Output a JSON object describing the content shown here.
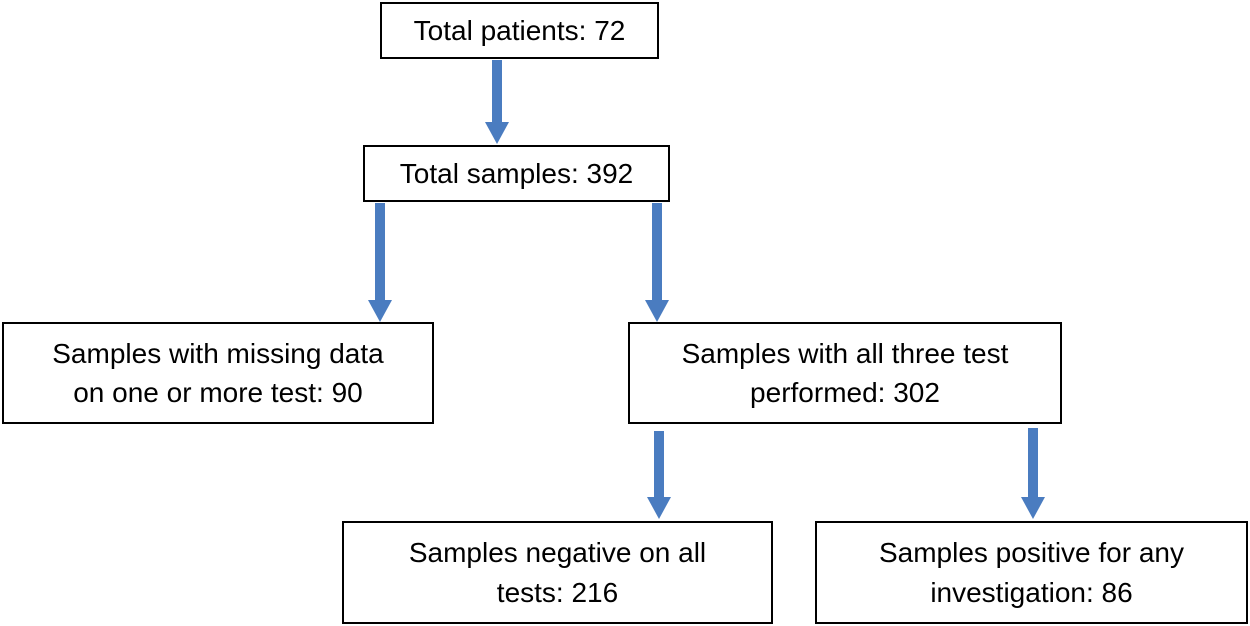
{
  "colors": {
    "arrow": "#4a7cc0",
    "border": "#000000",
    "text": "#000000"
  },
  "nodes": {
    "total_patients": {
      "lines": [
        "Total patients: 72"
      ]
    },
    "total_samples": {
      "lines": [
        "Total samples: 392"
      ]
    },
    "missing_data": {
      "lines": [
        "Samples with missing data",
        "on one or more test: 90"
      ]
    },
    "all_three": {
      "lines": [
        "Samples with all three test",
        "performed: 302"
      ]
    },
    "negative": {
      "lines": [
        "Samples negative on all",
        "tests: 216"
      ]
    },
    "positive": {
      "lines": [
        "Samples positive for any",
        "investigation: 86"
      ]
    }
  }
}
